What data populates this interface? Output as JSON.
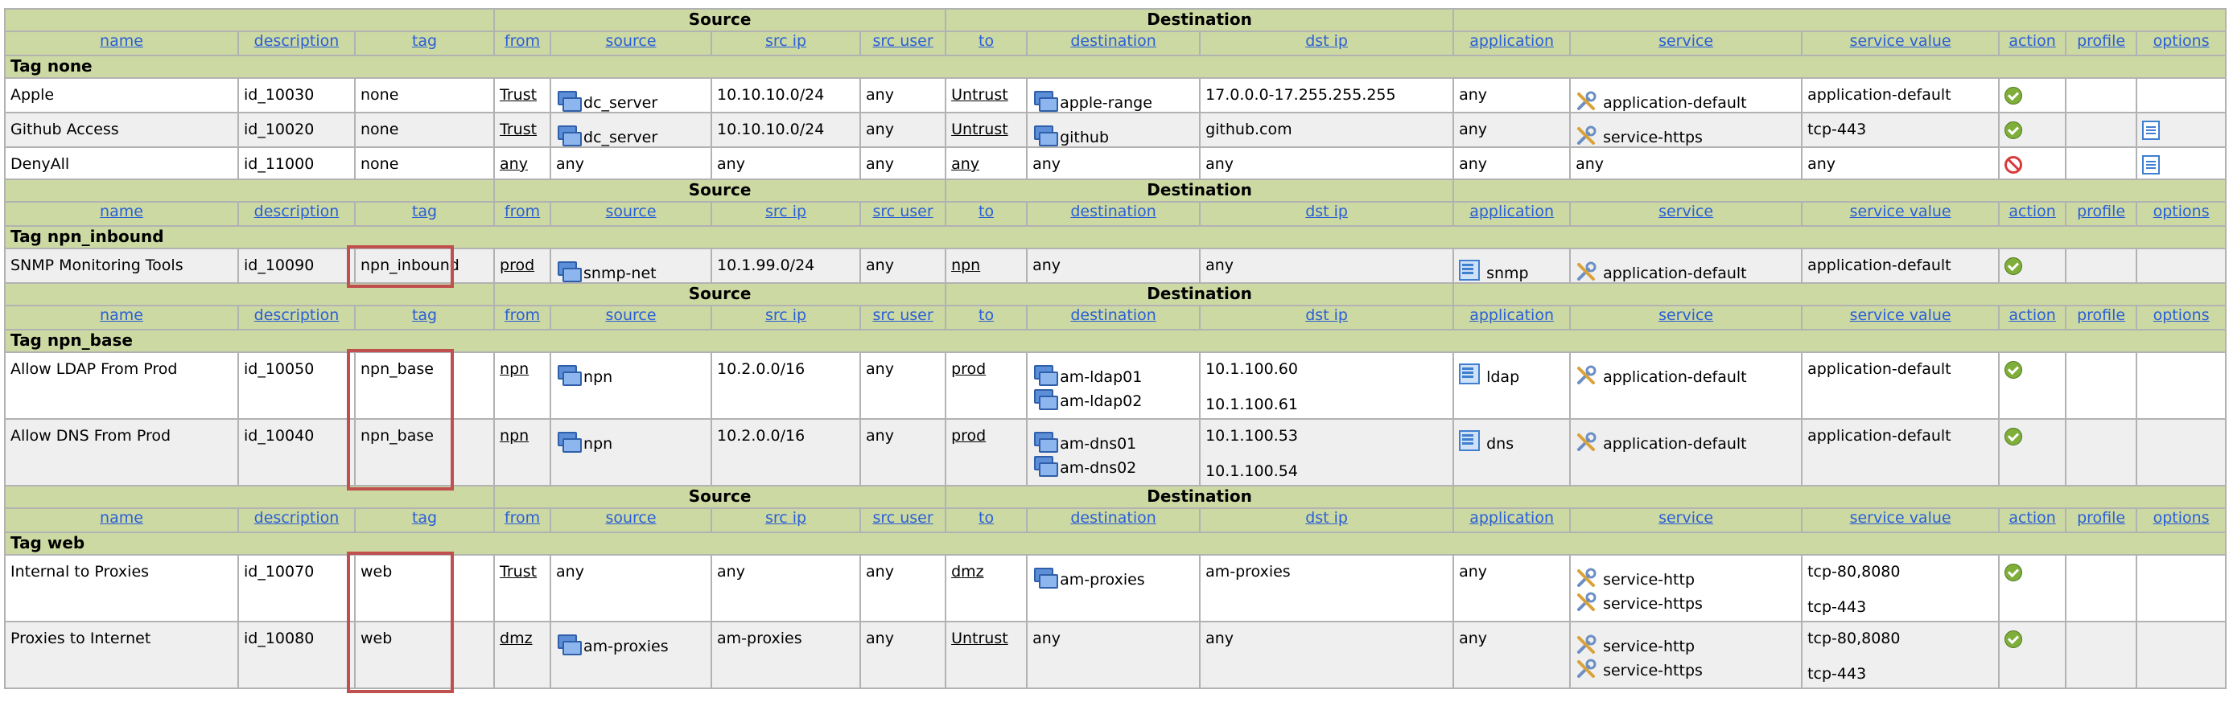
{
  "headers": {
    "source_group": "Source",
    "destination_group": "Destination",
    "columns": [
      "name",
      "description",
      "tag",
      "from",
      "source",
      "src ip",
      "src user",
      "to",
      "destination",
      "dst ip",
      "application",
      "service",
      "service value",
      "action",
      "profile",
      "options"
    ]
  },
  "groups": [
    {
      "tag_header": "Tag none",
      "rules": [
        {
          "name": "Apple",
          "description": "id_10030",
          "tag": "none",
          "from": "Trust",
          "source": [
            "dc_server"
          ],
          "source_icon": true,
          "src_ip": [
            "10.10.10.0/24"
          ],
          "src_user": "any",
          "to": "Untrust",
          "destination": [
            "apple-range"
          ],
          "dest_icon": true,
          "dst_ip": [
            "17.0.0.0-17.255.255.255"
          ],
          "application": [
            "any"
          ],
          "app_icon": false,
          "service": [
            "application-default"
          ],
          "svc_icon": true,
          "service_value": [
            "application-default"
          ],
          "action": "allow",
          "profile": "",
          "options": false
        },
        {
          "name": "Github Access",
          "description": "id_10020",
          "tag": "none",
          "from": "Trust",
          "source": [
            "dc_server"
          ],
          "source_icon": true,
          "src_ip": [
            "10.10.10.0/24"
          ],
          "src_user": "any",
          "to": "Untrust",
          "destination": [
            "github"
          ],
          "dest_icon": true,
          "dst_ip": [
            "github.com"
          ],
          "application": [
            "any"
          ],
          "app_icon": false,
          "service": [
            "service-https"
          ],
          "svc_icon": true,
          "service_value": [
            "tcp-443"
          ],
          "action": "allow",
          "profile": "",
          "options": true
        },
        {
          "name": "DenyAll",
          "description": "id_11000",
          "tag": "none",
          "from": "any",
          "source": [
            "any"
          ],
          "source_icon": false,
          "src_ip": [
            "any"
          ],
          "src_user": "any",
          "to": "any",
          "destination": [
            "any"
          ],
          "dest_icon": false,
          "dst_ip": [
            "any"
          ],
          "application": [
            "any"
          ],
          "app_icon": false,
          "service": [
            "any"
          ],
          "svc_icon": false,
          "service_value": [
            "any"
          ],
          "action": "deny",
          "profile": "",
          "options": true
        }
      ]
    },
    {
      "tag_header": "Tag npn_inbound",
      "rules": [
        {
          "name": "SNMP Monitoring Tools",
          "description": "id_10090",
          "tag": "npn_inbound",
          "from": "prod",
          "source": [
            "snmp-net"
          ],
          "source_icon": true,
          "src_ip": [
            "10.1.99.0/24"
          ],
          "src_user": "any",
          "to": "npn",
          "destination": [
            "any"
          ],
          "dest_icon": false,
          "dst_ip": [
            "any"
          ],
          "application": [
            "snmp"
          ],
          "app_icon": true,
          "service": [
            "application-default"
          ],
          "svc_icon": true,
          "service_value": [
            "application-default"
          ],
          "action": "allow",
          "profile": "",
          "options": false
        }
      ]
    },
    {
      "tag_header": "Tag npn_base",
      "rules": [
        {
          "name": "Allow LDAP From Prod",
          "description": "id_10050",
          "tag": "npn_base",
          "from": "npn",
          "source": [
            "npn"
          ],
          "source_icon": true,
          "src_ip": [
            "10.2.0.0/16"
          ],
          "src_user": "any",
          "to": "prod",
          "destination": [
            "am-ldap01",
            "am-ldap02"
          ],
          "dest_icon": true,
          "dst_ip": [
            "10.1.100.60",
            "10.1.100.61"
          ],
          "application": [
            "ldap"
          ],
          "app_icon": true,
          "service": [
            "application-default"
          ],
          "svc_icon": true,
          "service_value": [
            "application-default"
          ],
          "action": "allow",
          "profile": "",
          "options": false
        },
        {
          "name": "Allow DNS From Prod",
          "description": "id_10040",
          "tag": "npn_base",
          "from": "npn",
          "source": [
            "npn"
          ],
          "source_icon": true,
          "src_ip": [
            "10.2.0.0/16"
          ],
          "src_user": "any",
          "to": "prod",
          "destination": [
            "am-dns01",
            "am-dns02"
          ],
          "dest_icon": true,
          "dst_ip": [
            "10.1.100.53",
            "10.1.100.54"
          ],
          "application": [
            "dns"
          ],
          "app_icon": true,
          "service": [
            "application-default"
          ],
          "svc_icon": true,
          "service_value": [
            "application-default"
          ],
          "action": "allow",
          "profile": "",
          "options": false
        }
      ]
    },
    {
      "tag_header": "Tag web",
      "rules": [
        {
          "name": "Internal to Proxies",
          "description": "id_10070",
          "tag": "web",
          "from": "Trust",
          "source": [
            "any"
          ],
          "source_icon": false,
          "src_ip": [
            "any"
          ],
          "src_user": "any",
          "to": "dmz",
          "destination": [
            "am-proxies"
          ],
          "dest_icon": true,
          "dst_ip": [
            "am-proxies"
          ],
          "application": [
            "any"
          ],
          "app_icon": false,
          "service": [
            "service-http",
            "service-https"
          ],
          "svc_icon": true,
          "service_value": [
            "tcp-80,8080",
            "tcp-443"
          ],
          "action": "allow",
          "profile": "",
          "options": false
        },
        {
          "name": "Proxies to Internet",
          "description": "id_10080",
          "tag": "web",
          "from": "dmz",
          "source": [
            "am-proxies"
          ],
          "source_icon": true,
          "src_ip": [
            "am-proxies"
          ],
          "src_user": "any",
          "to": "Untrust",
          "destination": [
            "any"
          ],
          "dest_icon": false,
          "dst_ip": [
            "any"
          ],
          "application": [
            "any"
          ],
          "app_icon": false,
          "service": [
            "service-http",
            "service-https"
          ],
          "svc_icon": true,
          "service_value": [
            "tcp-80,8080",
            "tcp-443"
          ],
          "action": "allow",
          "profile": "",
          "options": false
        }
      ]
    }
  ],
  "colors": {
    "header_bg": "#cdd9a3",
    "alt_row": "#efefef",
    "link": "#2a5fd6",
    "highlight": "#c0504d",
    "allow": "#7fae3a",
    "deny": "#d83b3b"
  }
}
